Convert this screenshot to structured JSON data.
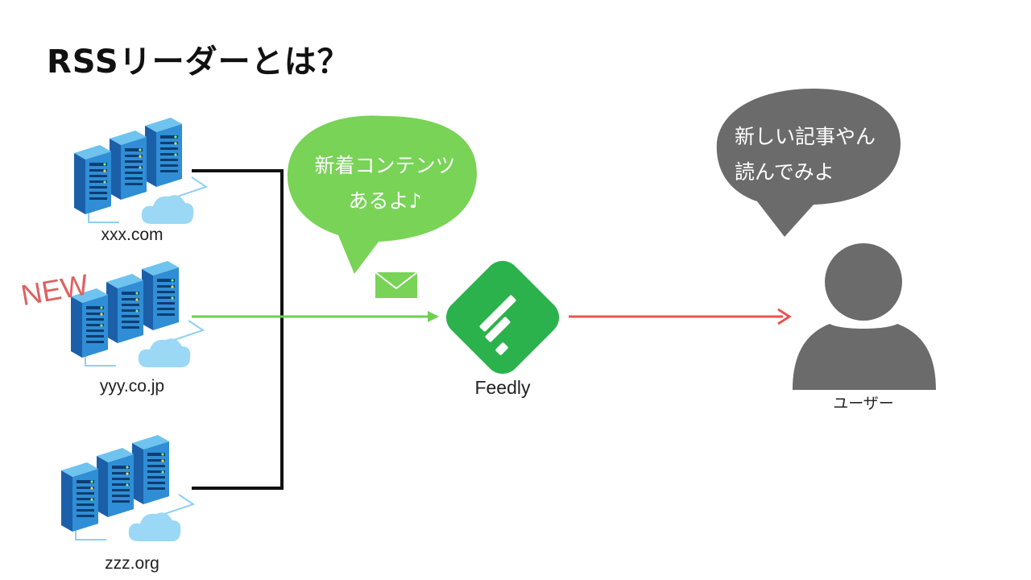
{
  "title": "RSSリーダーとは？",
  "sources": [
    {
      "label": "xxx.com"
    },
    {
      "label": "yyy.co.jp",
      "badge": "NEW"
    },
    {
      "label": "zzz.org"
    }
  ],
  "feedly": {
    "label": "Feedly",
    "bubble_lines": [
      "新着コンテンツ",
      "あるよ♪"
    ]
  },
  "user": {
    "label": "ユーザー",
    "bubble_lines": [
      "新しい記事やん",
      "読んでみよ"
    ]
  },
  "colors": {
    "green": "#6fcf4f",
    "feedly_green": "#2bb24c",
    "red": "#e8544f",
    "gray": "#6b6b6b",
    "badge": "#e06060"
  },
  "icons": [
    "server-cluster-icon",
    "cloud-icon",
    "envelope-icon",
    "feedly-logo-icon",
    "user-icon"
  ]
}
